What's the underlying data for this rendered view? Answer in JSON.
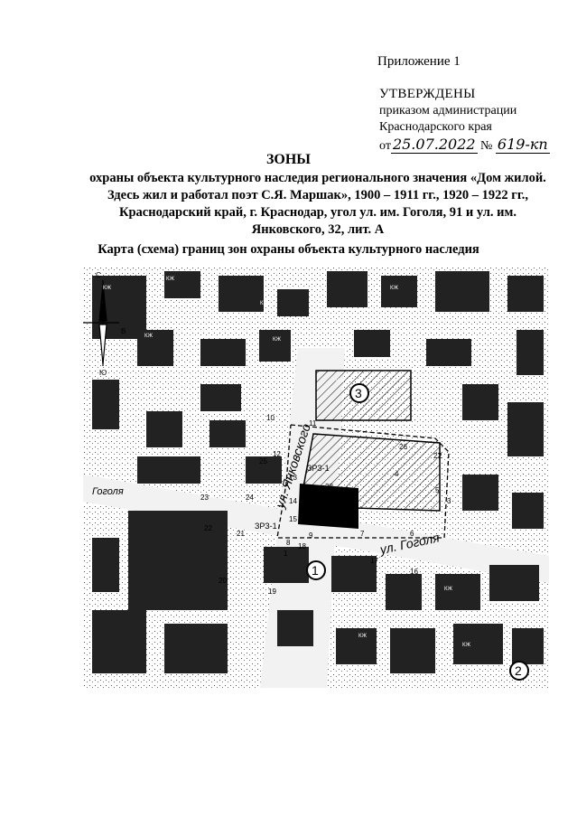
{
  "header": {
    "appendix": "Приложение 1",
    "approved": "УТВЕРЖДЕНЫ",
    "order_line1": "приказом администрации",
    "order_line2": "Краснодарского края",
    "date_prefix": "от",
    "date_value": "25.07.2022",
    "number_prefix": "№",
    "number_value": "619-кп"
  },
  "document": {
    "title": "ЗОНЫ",
    "subtitle": "охраны объекта культурного наследия регионального значения «Дом жилой. Здесь жил и работал поэт С.Я. Маршак», 1900 – 1911 гг., 1920 – 1922 гг., Краснодарский край, г. Краснодар, угол ул. им. Гоголя, 91 и ул. им. Янковского, 32, лит. А",
    "map_title": "Карта (схема) границ зон охраны объекта культурного наследия"
  },
  "map": {
    "street_yankovsky": "ул. Янковского",
    "street_gogol": "ул. Гоголя",
    "street_gogol_left": "Гоголя",
    "zone_labels": [
      "ЗРЗ-1",
      "ЗРЗ-1"
    ],
    "zone_circles": [
      "1",
      "2",
      "3"
    ],
    "compass": {
      "north": "С",
      "east": "В",
      "south": "Ю"
    },
    "point_labels": [
      "1",
      "2",
      "3",
      "4",
      "5",
      "6",
      "7",
      "8",
      "9",
      "10",
      "11",
      "12",
      "13",
      "14",
      "15",
      "16",
      "17",
      "18",
      "19",
      "20",
      "21",
      "22",
      "23",
      "24",
      "25",
      "26",
      "27",
      "28"
    ],
    "building_tags": [
      "КЖ",
      "КЖ",
      "КЖ",
      "КЖ",
      "КЖ",
      "КЖ",
      "КЖ",
      "КЖ",
      "КЖ",
      "КЖ",
      "КЖ",
      "КЖ"
    ]
  }
}
